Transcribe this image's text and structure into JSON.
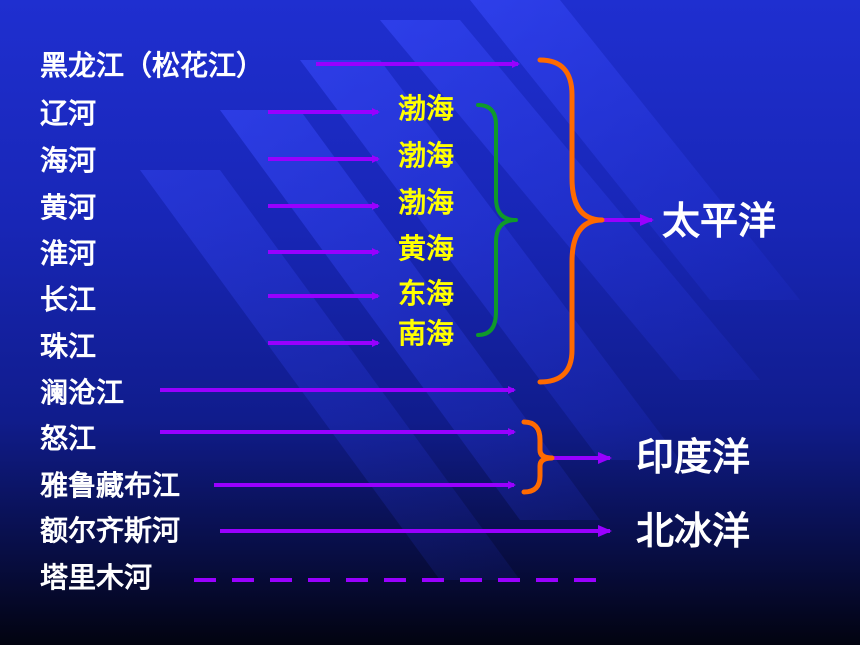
{
  "colors": {
    "river_text": "#ffffff",
    "sea_text": "#ffff00",
    "ocean_text": "#ffffff",
    "arrow": "#9900ff",
    "pacific_brace": "#ff6a00",
    "bohai_brace": "#0f9a2a",
    "indian_brace": "#ff6a00"
  },
  "rivers": [
    {
      "id": "heilongjiang",
      "name": "黑龙江（松花江）"
    },
    {
      "id": "liaohe",
      "name": "辽河"
    },
    {
      "id": "haihe",
      "name": "海河"
    },
    {
      "id": "huanghe",
      "name": "黄河"
    },
    {
      "id": "huaihe",
      "name": "淮河"
    },
    {
      "id": "changjiang",
      "name": "长江"
    },
    {
      "id": "zhujiang",
      "name": "珠江"
    },
    {
      "id": "lancangjiang",
      "name": "澜沧江"
    },
    {
      "id": "nujiang",
      "name": "怒江"
    },
    {
      "id": "yarlung",
      "name": "雅鲁藏布江"
    },
    {
      "id": "ertix",
      "name": "额尔齐斯河"
    },
    {
      "id": "tarim",
      "name": "塔里木河"
    }
  ],
  "seas": [
    {
      "id": "liaohe",
      "name": "渤海"
    },
    {
      "id": "haihe",
      "name": "渤海"
    },
    {
      "id": "huanghe",
      "name": "渤海"
    },
    {
      "id": "huaihe",
      "name": "黄海"
    },
    {
      "id": "changjiang",
      "name": "东海"
    },
    {
      "id": "zhujiang",
      "name": "南海"
    }
  ],
  "oceans": {
    "pacific": "太平洋",
    "indian": "印度洋",
    "arctic": "北冰洋"
  }
}
